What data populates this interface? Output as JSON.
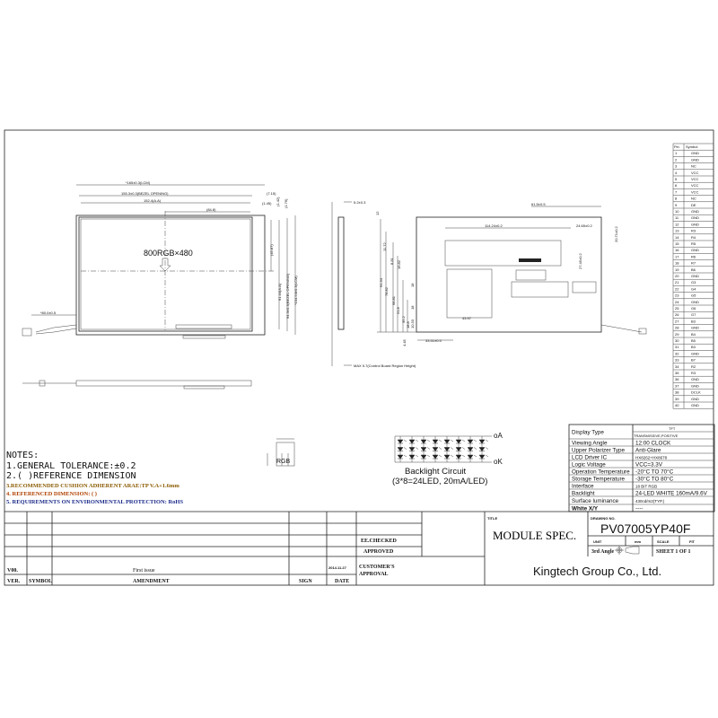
{
  "front_view": {
    "resolution": "800RGB×480",
    "dims": [
      "*165±0.3(LCM)",
      "155.3±0.3(BEZEL OPENING)",
      "152.4(A.A)",
      "(84.8)",
      "(7.15)",
      "(1.45)",
      "(1.42)",
      "(1.76)",
      "(45.87)",
      "91.44(A.A)",
      "94.3±0.3(BEZEL OPENING)",
      "*104.54±0.3(LCM)",
      "*80.0±0.5"
    ]
  },
  "side_view": {
    "dims": [
      "5.2±0.3",
      "MAX 5.7(Control Board Region Height)"
    ]
  },
  "back_view": {
    "dims": [
      "61.5±0.5",
      "114.24±0.2",
      "24.65±0.2",
      "20.71±0.2",
      "27.45±0.2",
      "43.97",
      "33.51±0.5",
      "4.45",
      "12",
      "11.72",
      "8.81",
      "16.82",
      "91.34",
      "78.82",
      "68.81",
      "51.8",
      "35.2",
      "18.8",
      "18",
      "18",
      "10.33"
    ]
  },
  "pin_table": {
    "headers": [
      "Pin",
      "Symbol"
    ],
    "rows": [
      [
        "1",
        "GND"
      ],
      [
        "2",
        "GND"
      ],
      [
        "3",
        "NC"
      ],
      [
        "4",
        "VCC"
      ],
      [
        "5",
        "VCC"
      ],
      [
        "6",
        "VCC"
      ],
      [
        "7",
        "VCC"
      ],
      [
        "8",
        "NC"
      ],
      [
        "9",
        "DE"
      ],
      [
        "10",
        "GND"
      ],
      [
        "11",
        "GND"
      ],
      [
        "12",
        "GND"
      ],
      [
        "13",
        "R3"
      ],
      [
        "14",
        "R4"
      ],
      [
        "15",
        "R5"
      ],
      [
        "16",
        "GND"
      ],
      [
        "17",
        "R6"
      ],
      [
        "18",
        "R7"
      ],
      [
        "19",
        "B6"
      ],
      [
        "20",
        "GND"
      ],
      [
        "21",
        "G3"
      ],
      [
        "22",
        "G4"
      ],
      [
        "23",
        "G5"
      ],
      [
        "24",
        "GND"
      ],
      [
        "25",
        "G6"
      ],
      [
        "26",
        "G7"
      ],
      [
        "27",
        "B3"
      ],
      [
        "28",
        "GND"
      ],
      [
        "29",
        "B4"
      ],
      [
        "30",
        "B5"
      ],
      [
        "31",
        "B3"
      ],
      [
        "32",
        "GND"
      ],
      [
        "33",
        "B7"
      ],
      [
        "34",
        "R2"
      ],
      [
        "35",
        "R3"
      ],
      [
        "36",
        "GND"
      ],
      [
        "37",
        "GND"
      ],
      [
        "38",
        "DCLK"
      ],
      [
        "39",
        "GND"
      ],
      [
        "40",
        "GND"
      ]
    ]
  },
  "pixel_diagram": {
    "label": "RGB"
  },
  "backlight": {
    "anode": "oA",
    "cathode": "oK",
    "title": "Backlight Circuit",
    "subtitle": "(3*8=24LED, 20mA/LED)",
    "rows": 3,
    "cols": 8
  },
  "notes": {
    "title": "NOTES:",
    "items": [
      "1.GENERAL TOLERANCE:±0.2",
      "2.(    )REFERENCE DIMENSION",
      "3.RECOMMENDED CUSHION ADHERENT ARAE:TP V.A+1.6mm",
      "4. REFERENCED DIMENSION: (    )",
      "5. REQUIREMENTS ON ENVIRONMENTAL PROTECTION: RoHS"
    ],
    "colors": [
      "#111111",
      "#111111",
      "#8a5a00",
      "#b04000",
      "#1a2a8a"
    ]
  },
  "spec_table": {
    "rows": [
      [
        "Display Type",
        "TFT / TRANSMISSIVE,POSITIVE"
      ],
      [
        "Viewing Angle",
        "12:00  CLOCK"
      ],
      [
        "Upper Polarizer Type",
        "Anti-Glare"
      ],
      [
        "LCD Driver IC",
        "HX8262+HX8678"
      ],
      [
        "Logic Voltage",
        "VCC=3.3V"
      ],
      [
        "Operation Temperature",
        "-20°C  TO  70°C"
      ],
      [
        "Storage Temperature",
        "-30°C  TO  80°C"
      ],
      [
        "Interface",
        "18 BIT RGB"
      ],
      [
        "Backlight",
        "24-LED WHITE 160mA/9.6V"
      ],
      [
        "Surface luminance",
        "430cd/m2(TYP.)"
      ],
      [
        "White X/Y",
        "----"
      ]
    ],
    "display_type_line1": "TFT",
    "display_type_line2": "TRANSMISSIVE,POSITIVE"
  },
  "revision": {
    "headers": [
      "VER.",
      "SYMBOL",
      "AMENDMENT",
      "SIGN",
      "DATE"
    ],
    "rows": [
      [
        "V00.",
        "",
        "First issue",
        "",
        "2014.11.27"
      ]
    ]
  },
  "approval": {
    "ee_checked": "EE.CHECKED",
    "approved": "APPROVED",
    "customer": "CUSTOMER'S",
    "customer2": "APPROVAL"
  },
  "title_block": {
    "title_label": "TITLE",
    "title": "MODULE SPEC.",
    "drawing_no_label": "DRAWING NO.",
    "drawing_no": "PV07005YP40F",
    "unit_label": "UNIT",
    "unit": "mm",
    "scale_label": "SCALE",
    "scale": "FIT",
    "projection": "3rd Angle",
    "sheet": "SHEET 1 OF 1",
    "company": "Kingtech Group Co., Ltd."
  }
}
